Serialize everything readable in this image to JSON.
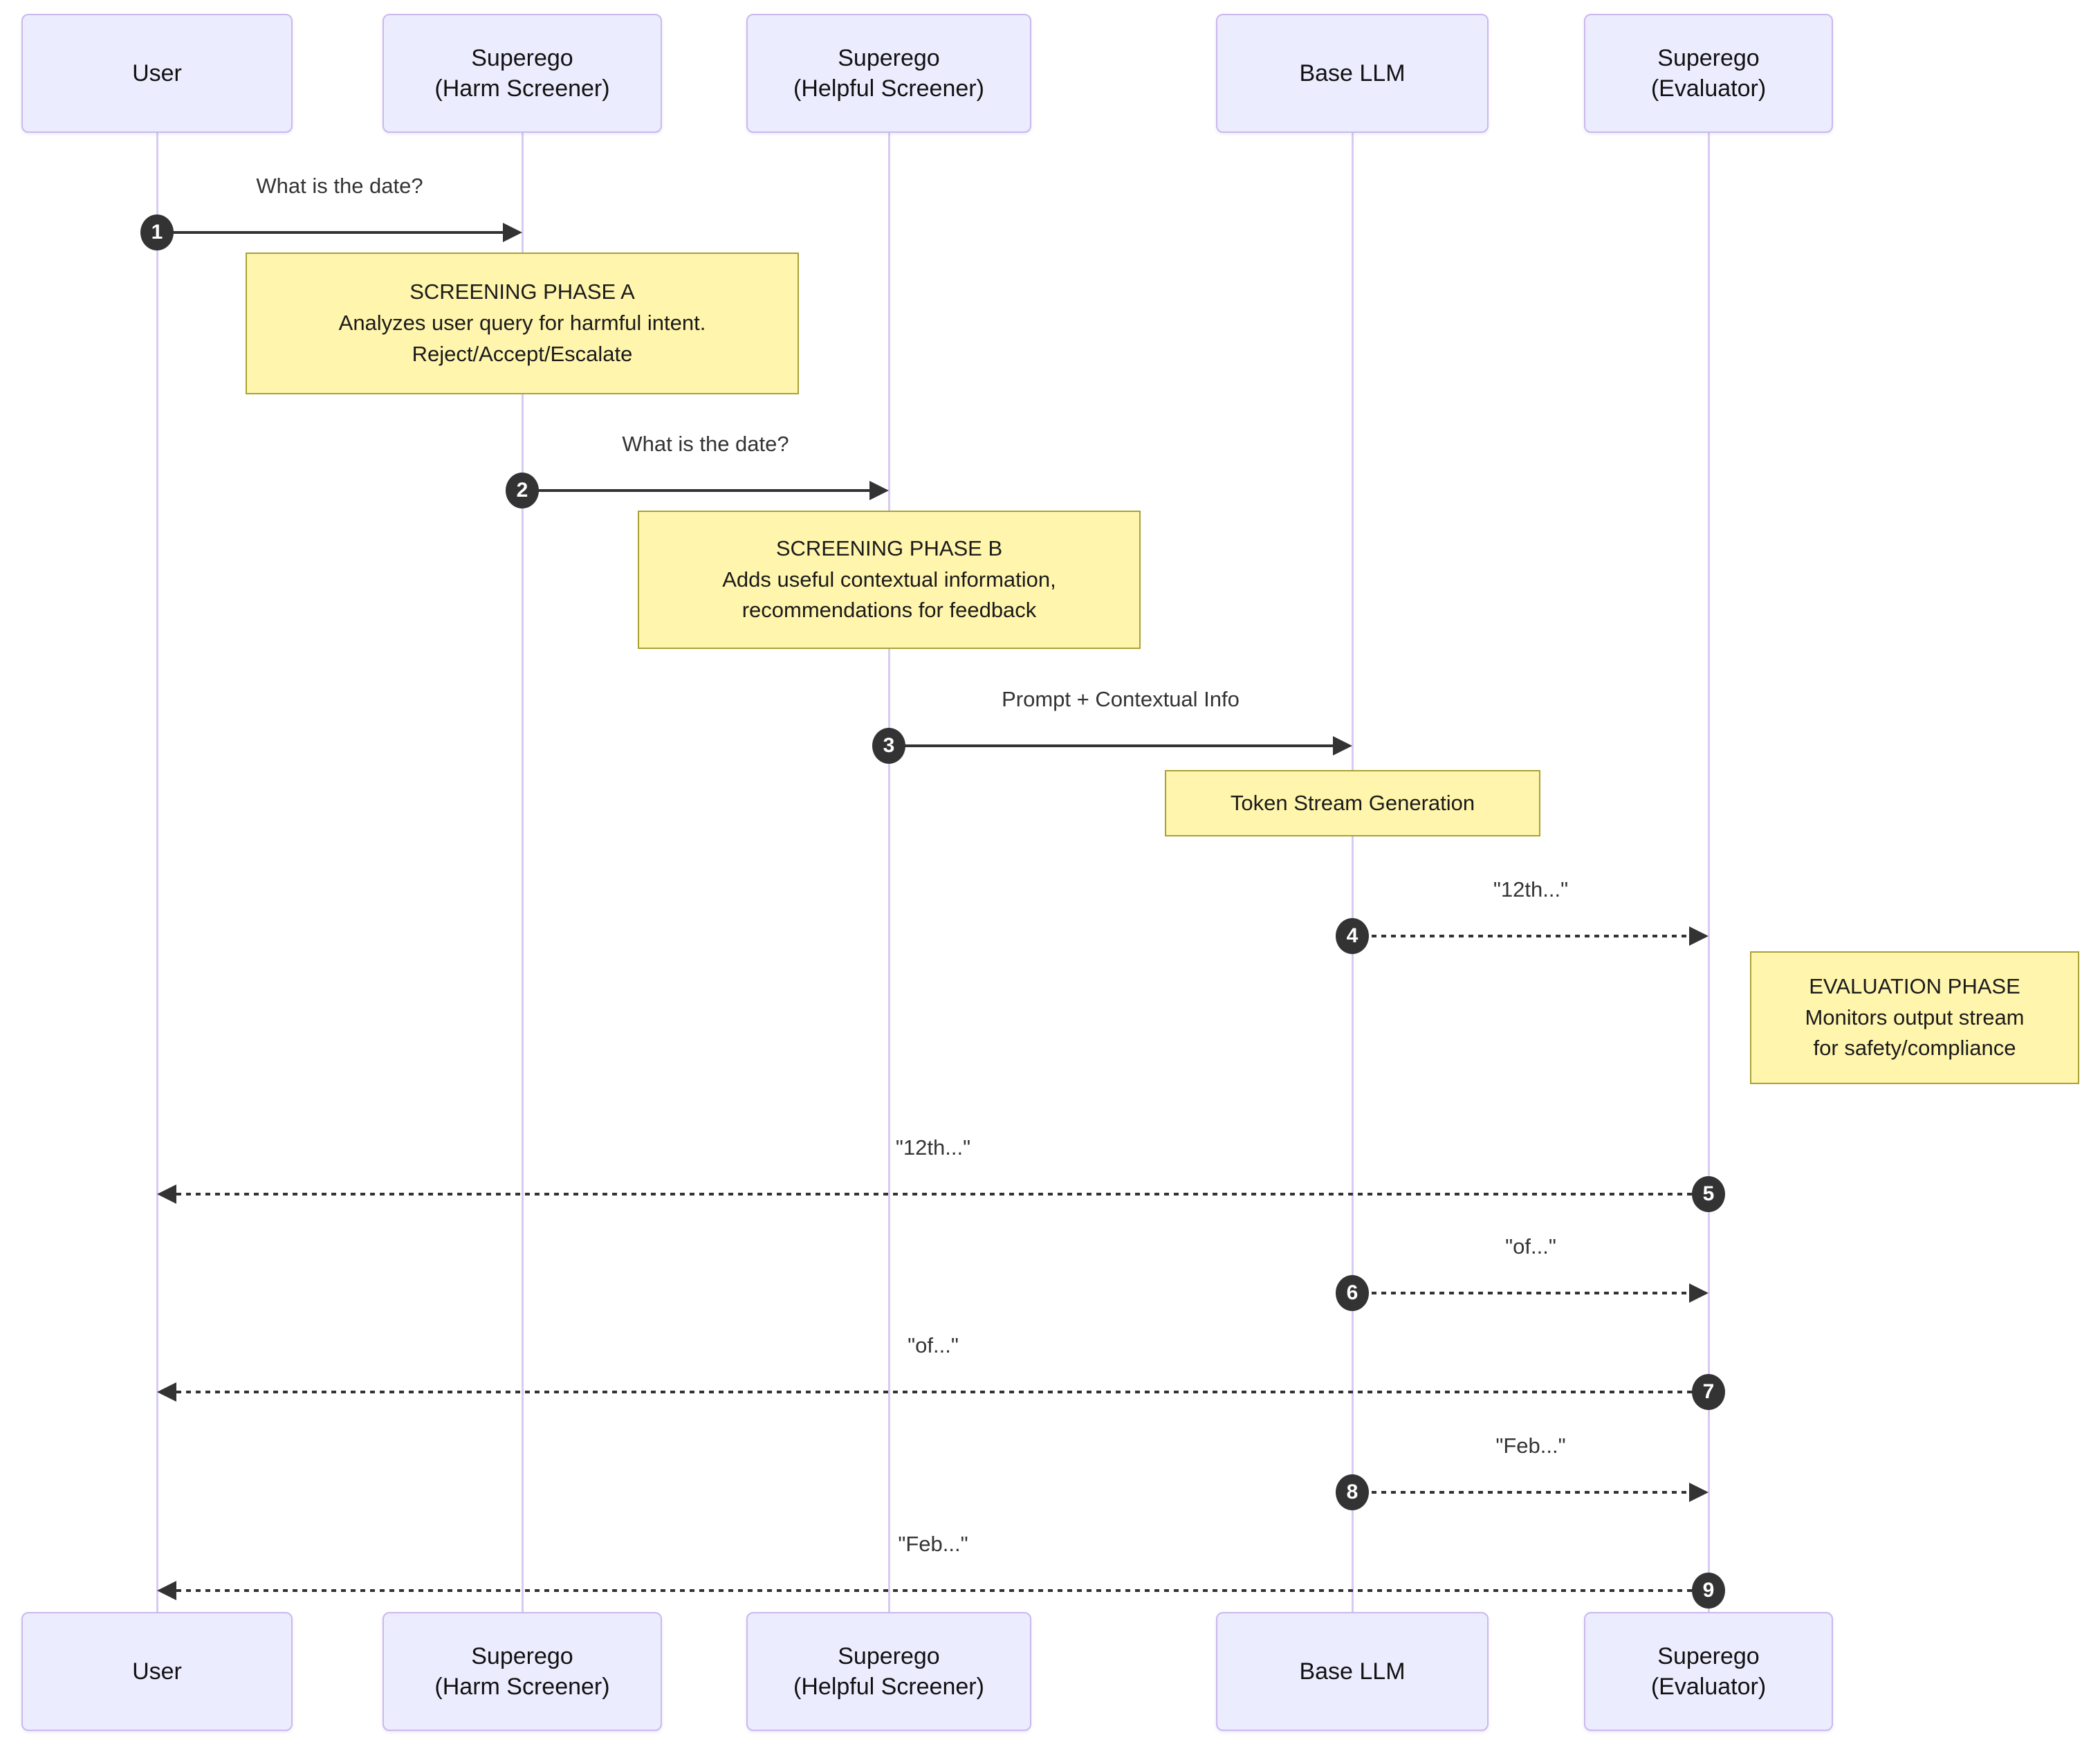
{
  "diagram": {
    "type": "sequence-diagram",
    "background": "#ffffff",
    "colors": {
      "actor_fill": "#ECECFF",
      "actor_border": "#CBB8EE",
      "lifeline": "#D8CAF2",
      "note_fill": "#FFF5AD",
      "note_border": "#A9A233",
      "arrow": "#333333",
      "sequence_badge_fill": "#333333",
      "sequence_badge_text": "#ffffff",
      "text": "#1a1a1a"
    },
    "actors": [
      {
        "id": "user",
        "label": "User"
      },
      {
        "id": "superego-harm-screener",
        "label": "Superego\n(Harm Screener)"
      },
      {
        "id": "superego-helpful-screener",
        "label": "Superego\n(Helpful Screener)"
      },
      {
        "id": "base-llm",
        "label": "Base LLM"
      },
      {
        "id": "superego-evaluator",
        "label": "Superego\n(Evaluator)"
      }
    ],
    "messages": [
      {
        "num": "1",
        "from": "user",
        "to": "superego-harm-screener",
        "label": "What is the date?",
        "line": "solid",
        "direction": "right"
      },
      {
        "num": "2",
        "from": "superego-harm-screener",
        "to": "superego-helpful-screener",
        "label": "What is the date?",
        "line": "solid",
        "direction": "right"
      },
      {
        "num": "3",
        "from": "superego-helpful-screener",
        "to": "base-llm",
        "label": "Prompt + Contextual Info",
        "line": "solid",
        "direction": "right"
      },
      {
        "num": "4",
        "from": "base-llm",
        "to": "superego-evaluator",
        "label": "\"12th...\"",
        "line": "dotted",
        "direction": "right"
      },
      {
        "num": "5",
        "from": "superego-evaluator",
        "to": "user",
        "label": "\"12th...\"",
        "line": "dotted",
        "direction": "left"
      },
      {
        "num": "6",
        "from": "base-llm",
        "to": "superego-evaluator",
        "label": "\"of...\"",
        "line": "dotted",
        "direction": "right"
      },
      {
        "num": "7",
        "from": "superego-evaluator",
        "to": "user",
        "label": "\"of...\"",
        "line": "dotted",
        "direction": "left"
      },
      {
        "num": "8",
        "from": "base-llm",
        "to": "superego-evaluator",
        "label": "\"Feb...\"",
        "line": "dotted",
        "direction": "right"
      },
      {
        "num": "9",
        "from": "superego-evaluator",
        "to": "user",
        "label": "\"Feb...\"",
        "line": "dotted",
        "direction": "left"
      }
    ],
    "notes": [
      {
        "id": "screening-phase-a",
        "anchor": "over superego-harm-screener",
        "text": "SCREENING PHASE A\nAnalyzes user query for harmful intent.\nReject/Accept/Escalate"
      },
      {
        "id": "screening-phase-b",
        "anchor": "over superego-helpful-screener",
        "text": "SCREENING PHASE B\nAdds useful contextual information,\nrecommendations for feedback"
      },
      {
        "id": "token-stream-generation",
        "anchor": "over base-llm",
        "text": "Token Stream Generation"
      },
      {
        "id": "evaluation-phase",
        "anchor": "right of superego-evaluator",
        "text": "EVALUATION PHASE\nMonitors output stream\nfor safety/compliance"
      }
    ]
  }
}
